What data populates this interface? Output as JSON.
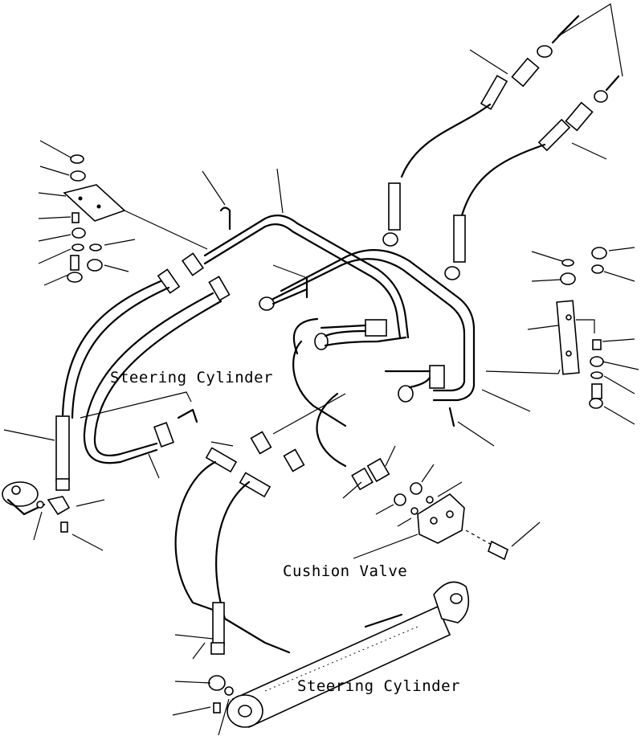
{
  "labels": {
    "steering_cylinder_left": "Steering Cylinder",
    "cushion_valve": "Cushion Valve",
    "steering_cylinder_bottom": "Steering Cylinder"
  }
}
